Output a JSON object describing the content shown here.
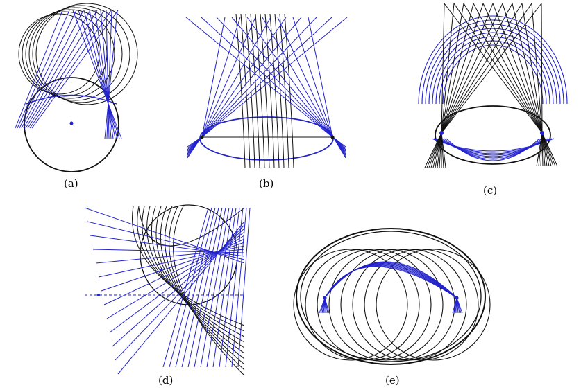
{
  "panels": [
    {
      "id": "a",
      "label": "(a)"
    },
    {
      "id": "b",
      "label": "(b)"
    },
    {
      "id": "c",
      "label": "(c)"
    },
    {
      "id": "d",
      "label": "(d)"
    },
    {
      "id": "e",
      "label": "(e)"
    }
  ],
  "colors": {
    "blue": "#2222cc",
    "black": "#111111"
  }
}
